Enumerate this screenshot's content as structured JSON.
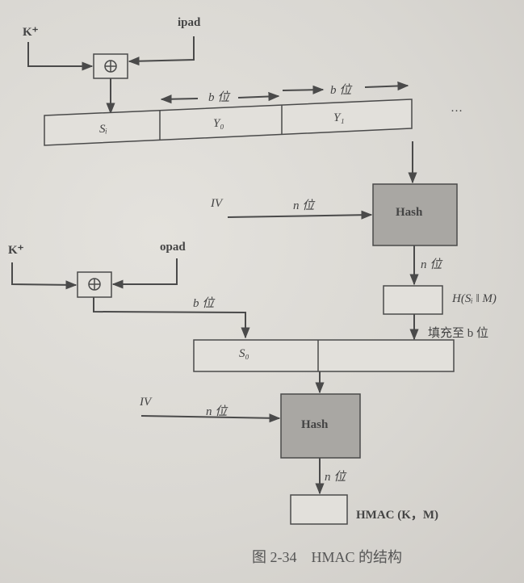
{
  "diagram": {
    "caption": "图 2-34　HMAC 的结构",
    "inner": {
      "key_label": "K⁺",
      "pad_label": "ipad",
      "xor_symbol": "⊕",
      "blocks": [
        "Sᵢ",
        "Y₀",
        "Y₁"
      ],
      "ellipsis": "···",
      "b_bits_label_1": "b 位",
      "b_bits_label_2": "b 位",
      "iv_label": "IV",
      "n_bits_in": "n 位",
      "hash_label": "Hash",
      "n_bits_out": "n 位",
      "output_label": "H(Sᵢ ‖ M)",
      "pad_to_b": "填充至 b 位"
    },
    "outer": {
      "key_label": "K⁺",
      "pad_label": "opad",
      "xor_symbol": "⊕",
      "b_bits_label": "b 位",
      "block_label": "S₀",
      "iv_label": "IV",
      "n_bits_in": "n 位",
      "hash_label": "Hash",
      "n_bits_out": "n 位",
      "output_label": "HMAC (K，M)"
    },
    "colors": {
      "line": "#4a4a4a",
      "hash_fill": "#a9a7a3",
      "box_fill": "#e2e0db"
    }
  }
}
